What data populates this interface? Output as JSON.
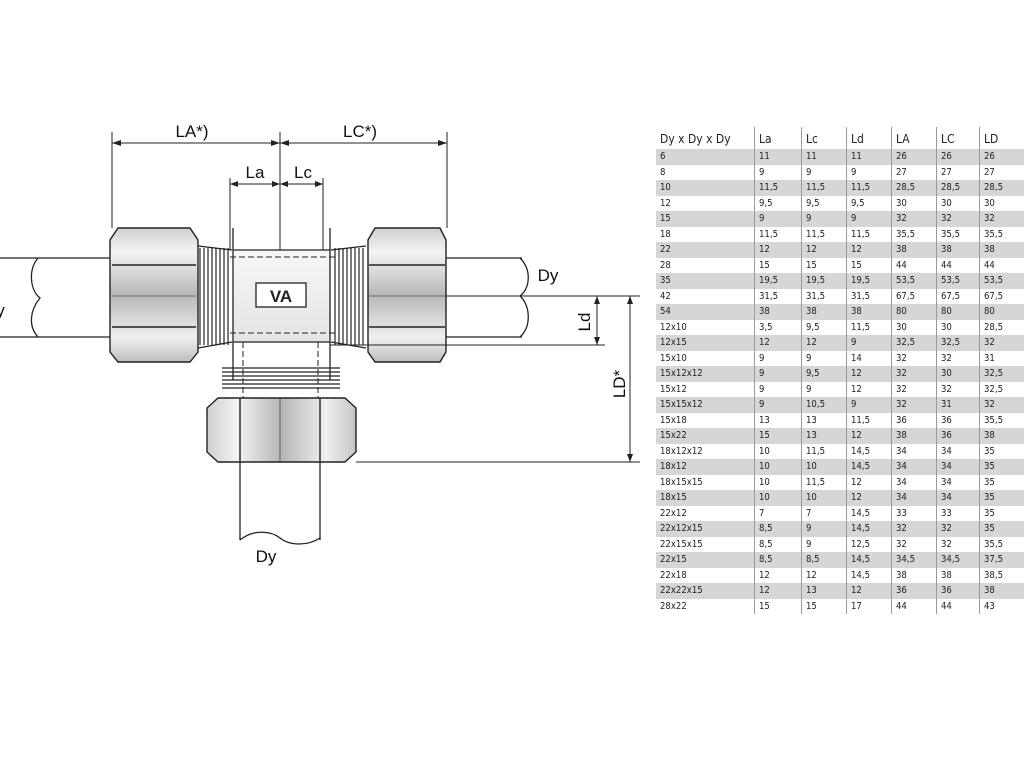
{
  "drawing": {
    "labels": {
      "LA": "LA*)",
      "LC": "LC*)",
      "La": "La",
      "Lc": "Lc",
      "Ld": "Ld",
      "LD": "LD*",
      "Dy_left": "Dy",
      "Dy_right": "Dy",
      "Dy_bottom": "Dy"
    },
    "logo_text": "VA"
  },
  "table": {
    "headers": [
      "Dy x Dy x Dy",
      "La",
      "Lc",
      "Ld",
      "LA",
      "LC",
      "LD"
    ],
    "rows": [
      [
        "6",
        "11",
        "11",
        "11",
        "26",
        "26",
        "26"
      ],
      [
        "8",
        "9",
        "9",
        "9",
        "27",
        "27",
        "27"
      ],
      [
        "10",
        "11,5",
        "11,5",
        "11,5",
        "28,5",
        "28,5",
        "28,5"
      ],
      [
        "12",
        "9,5",
        "9,5",
        "9,5",
        "30",
        "30",
        "30"
      ],
      [
        "15",
        "9",
        "9",
        "9",
        "32",
        "32",
        "32"
      ],
      [
        "18",
        "11,5",
        "11,5",
        "11,5",
        "35,5",
        "35,5",
        "35,5"
      ],
      [
        "22",
        "12",
        "12",
        "12",
        "38",
        "38",
        "38"
      ],
      [
        "28",
        "15",
        "15",
        "15",
        "44",
        "44",
        "44"
      ],
      [
        "35",
        "19,5",
        "19,5",
        "19,5",
        "53,5",
        "53,5",
        "53,5"
      ],
      [
        "42",
        "31,5",
        "31,5",
        "31,5",
        "67,5",
        "67,5",
        "67,5"
      ],
      [
        "54",
        "38",
        "38",
        "38",
        "80",
        "80",
        "80"
      ],
      [
        "12x10",
        "3,5",
        "9,5",
        "11,5",
        "30",
        "30",
        "28,5"
      ],
      [
        "12x15",
        "12",
        "12",
        "9",
        "32,5",
        "32,5",
        "32"
      ],
      [
        "15x10",
        "9",
        "9",
        "14",
        "32",
        "32",
        "31"
      ],
      [
        "15x12x12",
        "9",
        "9,5",
        "12",
        "32",
        "30",
        "32,5"
      ],
      [
        "15x12",
        "9",
        "9",
        "12",
        "32",
        "32",
        "32,5"
      ],
      [
        "15x15x12",
        "9",
        "10,5",
        "9",
        "32",
        "31",
        "32"
      ],
      [
        "15x18",
        "13",
        "13",
        "11,5",
        "36",
        "36",
        "35,5"
      ],
      [
        "15x22",
        "15",
        "13",
        "12",
        "38",
        "36",
        "38"
      ],
      [
        "18x12x12",
        "10",
        "11,5",
        "14,5",
        "34",
        "34",
        "35"
      ],
      [
        "18x12",
        "10",
        "10",
        "14,5",
        "34",
        "34",
        "35"
      ],
      [
        "18x15x15",
        "10",
        "11,5",
        "12",
        "34",
        "34",
        "35"
      ],
      [
        "18x15",
        "10",
        "10",
        "12",
        "34",
        "34",
        "35"
      ],
      [
        "22x12",
        "7",
        "7",
        "14,5",
        "33",
        "33",
        "35"
      ],
      [
        "22x12x15",
        "8,5",
        "9",
        "14,5",
        "32",
        "32",
        "35"
      ],
      [
        "22x15x15",
        "8,5",
        "9",
        "12,5",
        "32",
        "32",
        "35,5"
      ],
      [
        "22x15",
        "8,5",
        "8,5",
        "14,5",
        "34,5",
        "34,5",
        "37,5"
      ],
      [
        "22x18",
        "12",
        "12",
        "14,5",
        "38",
        "38",
        "38,5"
      ],
      [
        "22x22x15",
        "12",
        "13",
        "12",
        "36",
        "36",
        "38"
      ],
      [
        "28x22",
        "15",
        "15",
        "17",
        "44",
        "44",
        "43"
      ]
    ]
  }
}
